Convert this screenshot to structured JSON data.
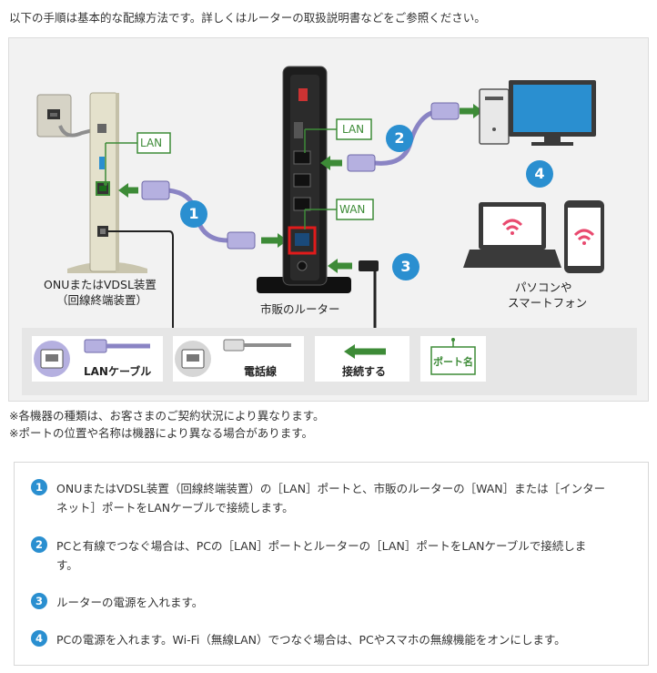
{
  "intro": "以下の手順は基本的な配線方法です。詳しくはルーターの取扱説明書などをご参照ください。",
  "diagram": {
    "labels": {
      "lan_onu": "LAN",
      "lan_router": "LAN",
      "wan_router": "WAN",
      "onu_line1": "ONUまたはVDSL装置",
      "onu_line2": "（回線終端装置）",
      "router": "市販のルーター",
      "pc_line1": "パソコンや",
      "pc_line2": "スマートフォン"
    },
    "markers": [
      "1",
      "2",
      "3",
      "4"
    ],
    "legend": {
      "lan_cable": "LANケーブル",
      "phone_line": "電話線",
      "connect": "接続する",
      "port_name": "ポート名"
    },
    "colors": {
      "step_blue": "#2a8fd0",
      "arrow_green": "#3d8b37",
      "cable_purple": "#8a84c4",
      "wan_highlight": "#e01b1b"
    }
  },
  "notes": [
    "※各機器の種類は、お客さまのご契約状況により異なります。",
    "※ポートの位置や名称は機器により異なる場合があります。"
  ],
  "steps": [
    {
      "num": "1",
      "line1": "ONUまたはVDSL装置（回線終端装置）の［LAN］ポートと、市販のルーターの［WAN］または［インター",
      "line2": "ネット］ポートをLANケーブルで接続します。"
    },
    {
      "num": "2",
      "line1": "PCと有線でつなぐ場合は、PCの［LAN］ポートとルーターの［LAN］ポートをLANケーブルで接続しま",
      "line2": "す。"
    },
    {
      "num": "3",
      "line1": "ルーターの電源を入れます。",
      "line2": ""
    },
    {
      "num": "4",
      "line1": "PCの電源を入れます。Wi-Fi（無線LAN）でつなぐ場合は、PCやスマホの無線機能をオンにします。",
      "line2": ""
    }
  ]
}
